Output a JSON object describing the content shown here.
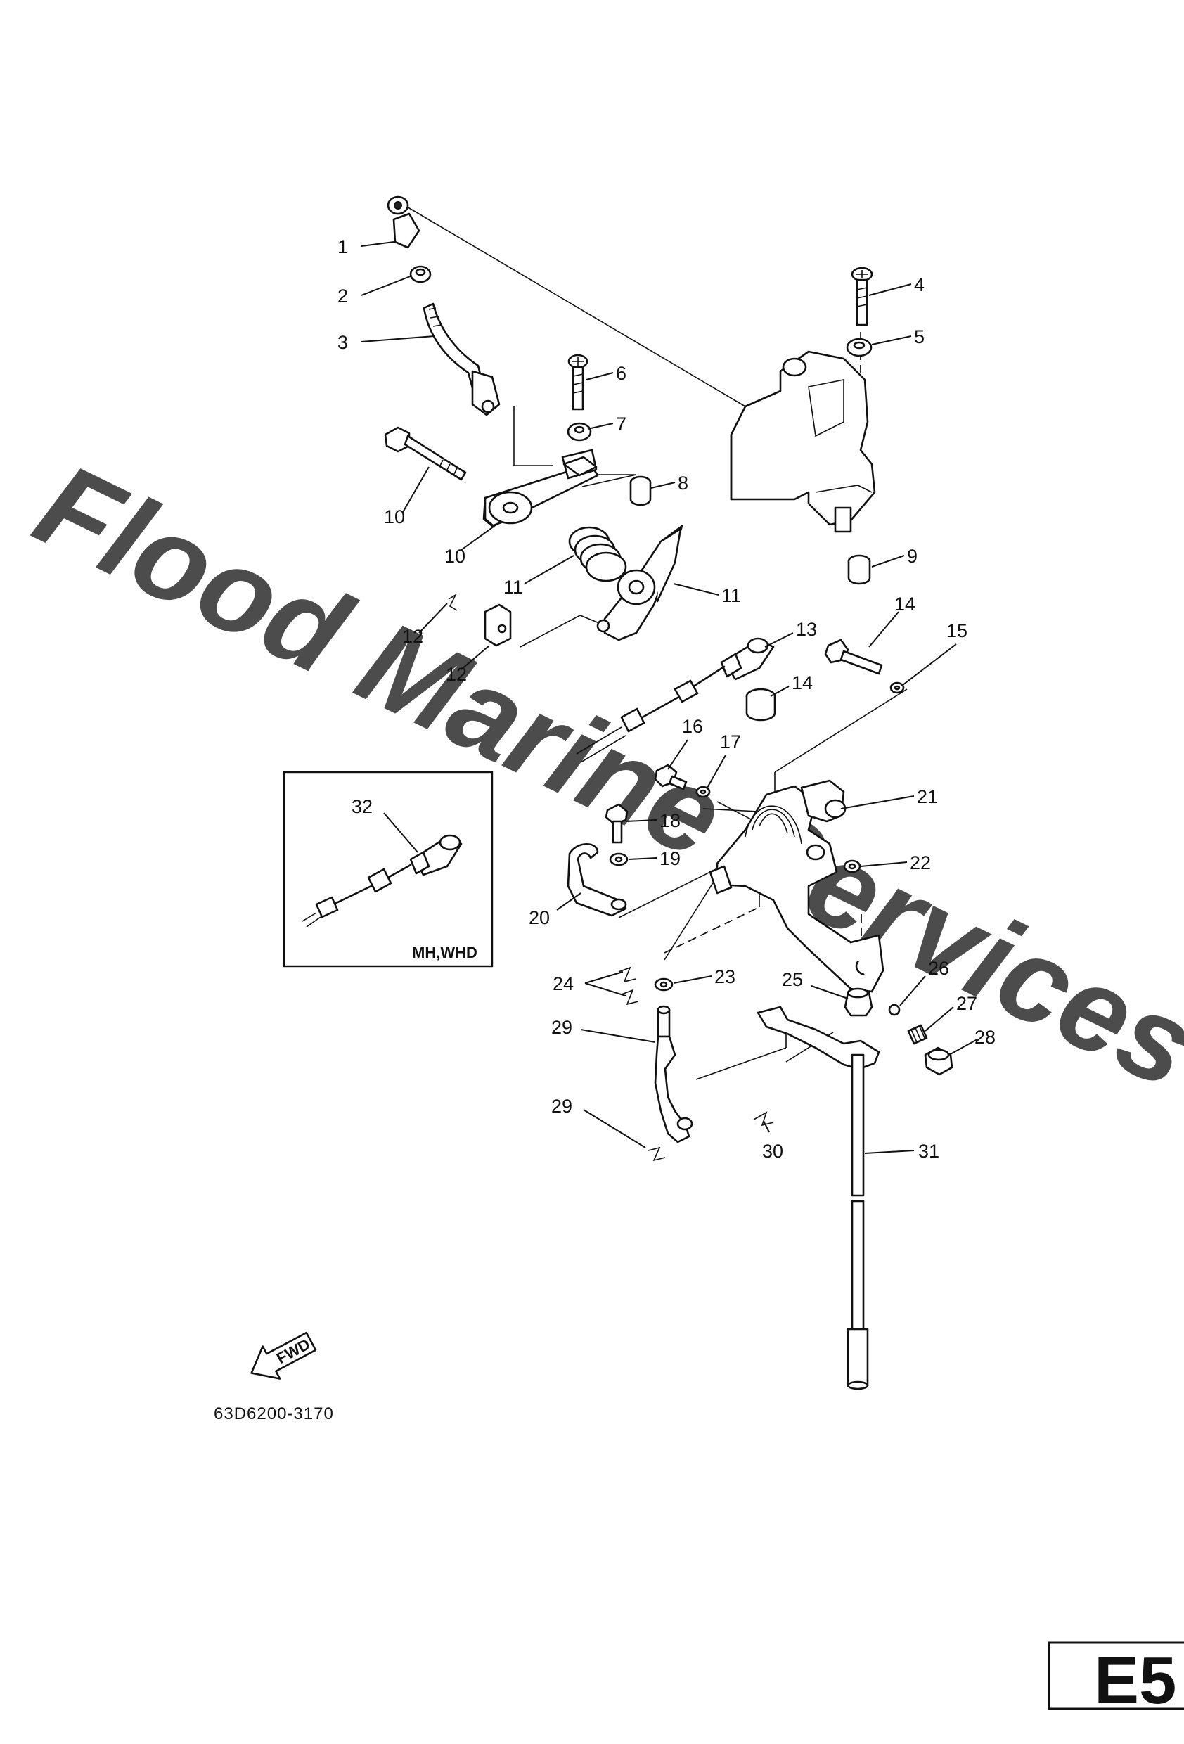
{
  "watermark": "Flood Marine Services",
  "drawing_code": "63D6200-3170",
  "inset_label": "MH,WHD",
  "page_tab": "E5",
  "fwd_label": "FWD",
  "callouts": [
    "1",
    "2",
    "3",
    "4",
    "5",
    "6",
    "7",
    "8",
    "9",
    "10",
    "10",
    "11",
    "11",
    "12",
    "12",
    "13",
    "14",
    "14",
    "15",
    "16",
    "17",
    "18",
    "19",
    "20",
    "21",
    "22",
    "23",
    "24",
    "25",
    "26",
    "27",
    "28",
    "29",
    "29",
    "30",
    "31",
    "32"
  ]
}
